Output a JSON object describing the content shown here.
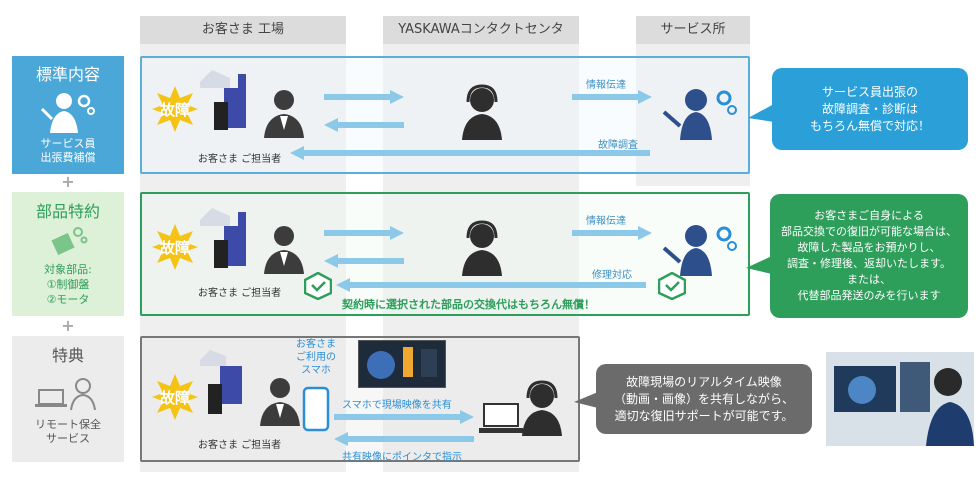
{
  "columns": {
    "factory": "お客さま 工場",
    "center": "YASKAWAコンタクトセンタ",
    "service": "サービス所"
  },
  "colors": {
    "blue": "#4aa7d8",
    "green": "#2e9e5b",
    "gray": "#6b6b6b",
    "row1_border": "#5aaed9",
    "row2_border": "#2e9e5b",
    "row3_border": "#777777",
    "fault": "#f4c316",
    "arrow": "#8cc9e8"
  },
  "plans": {
    "standard": {
      "title": "標準内容",
      "sub": "サービス員\n出張費補償",
      "icon": "service-person-icon"
    },
    "parts": {
      "title": "部品特約",
      "sub1": "対象部品:",
      "sub2": "①制御盤",
      "sub3": "②モータ",
      "icon": "parts-hand-icon"
    },
    "bonus": {
      "title": "特典",
      "sub": "リモート保全\nサービス",
      "icon": "remote-laptop-icon"
    }
  },
  "row1": {
    "fault": "故障",
    "customer": "お客さま ご担当者",
    "info": "情報伝達",
    "investigate": "故障調査"
  },
  "row2": {
    "fault": "故障",
    "customer": "お客さま ご担当者",
    "info": "情報伝達",
    "repair": "修理対応",
    "note": "契約時に選択された部品の交換代はもちろん無償！"
  },
  "row3": {
    "fault": "故障",
    "customer": "お客さま ご担当者",
    "phone_label": "お客さま\nご利用の\nスマホ",
    "share": "スマホで現場映像を共有",
    "pointer": "共有映像にポインタで指示"
  },
  "bubbles": {
    "b1": "サービス員出張の\n故障調査・診断は\nもちろん無償で対応！",
    "b2": "お客さまご自身による\n部品交換での復旧が可能な場合は、\n故障した製品をお預かりし、\n調査・修理後、返却いたします。\nまたは、\n代替部品発送のみを行います",
    "b3": "故障現場のリアルタイム映像\n（動画・画像）を共有しながら、\n適切な復旧サポートが可能です。"
  },
  "plus": "+"
}
